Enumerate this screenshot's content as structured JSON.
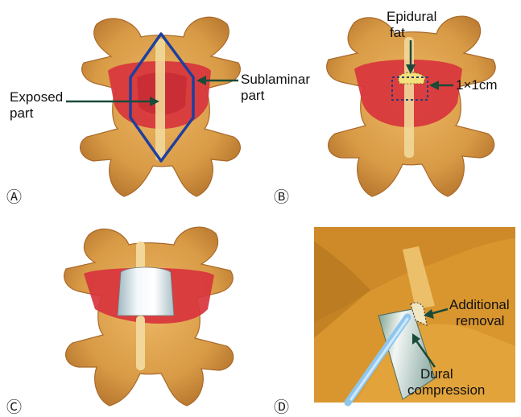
{
  "panels": {
    "A": {
      "marker": "Ⓐ",
      "exposed_label": [
        "Exposed",
        "part"
      ],
      "sublaminar_label": [
        "Sublaminar",
        "part"
      ]
    },
    "B": {
      "marker": "Ⓑ",
      "epidural_label": [
        "Epidural",
        "fat"
      ],
      "size_label": "1×1cm"
    },
    "C": {
      "marker": "Ⓒ"
    },
    "D": {
      "marker": "Ⓓ",
      "additional_label": [
        "Additional",
        "removal"
      ],
      "dural_label": [
        "Dural",
        "compression"
      ]
    }
  },
  "colors": {
    "bone": "#e0a24a",
    "bone_shadow": "#b4732c",
    "exposed_red": "#d8343c",
    "dura": "#e6eef2",
    "outline_blue": "#1e3f9e",
    "instrument": "#8ec6ee"
  }
}
